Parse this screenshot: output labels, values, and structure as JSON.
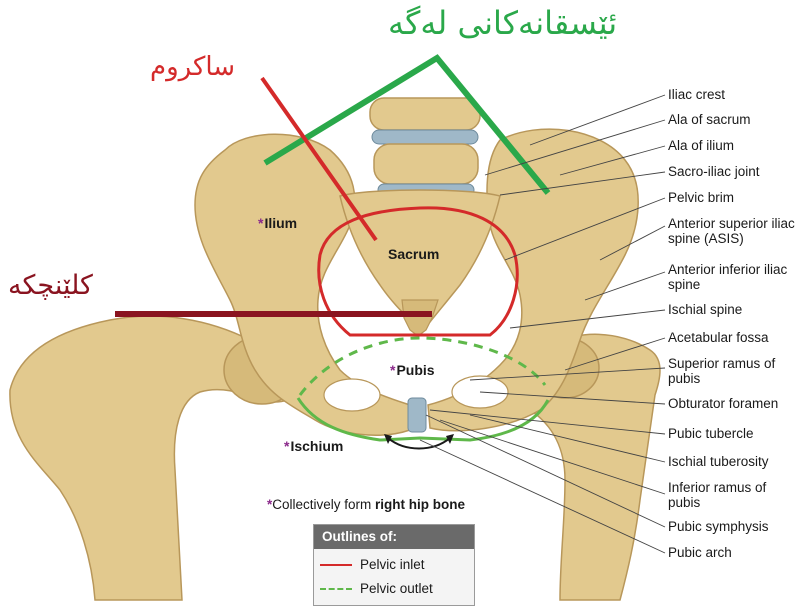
{
  "kurdish_labels": {
    "pelvis": "ئێسقانەکانی لەگە",
    "sacrum": "ساکروم",
    "coccyx": "کلێنچکە"
  },
  "bone_labels": {
    "ilium": "Ilium",
    "sacrum": "Sacrum",
    "pubis": "Pubis",
    "ischium": "Ischium",
    "star": "*"
  },
  "right_labels": [
    "Iliac crest",
    "Ala of sacrum",
    "Ala of ilium",
    "Sacro-iliac joint",
    "Pelvic brim",
    "Anterior superior iliac spine (ASIS)",
    "Anterior inferior iliac spine",
    "Ischial spine",
    "Acetabular fossa",
    "Superior ramus of pubis",
    "Obturator foramen",
    "Pubic tubercle",
    "Ischial tuberosity",
    "Inferior ramus of pubis",
    "Pubic symphysis",
    "Pubic arch"
  ],
  "note": {
    "star": "*",
    "prefix": "Collectively form ",
    "bold": "right hip bone"
  },
  "legend": {
    "title": "Outlines of:",
    "items": [
      {
        "label": "Pelvic inlet",
        "style": "solid",
        "color": "#d42a2a"
      },
      {
        "label": "Pelvic outlet",
        "style": "dashed",
        "color": "#5fb84a"
      }
    ]
  },
  "colors": {
    "kurdish_pelvis": "#2aa84a",
    "kurdish_sacrum": "#d42a2a",
    "kurdish_coccyx": "#8a1420",
    "bone": "#e2c98e",
    "bone_shadow": "#b8975a",
    "cartilage": "#9fb8c8",
    "inlet": "#d42a2a",
    "outlet": "#5fb84a",
    "star": "#8b2a8b"
  }
}
